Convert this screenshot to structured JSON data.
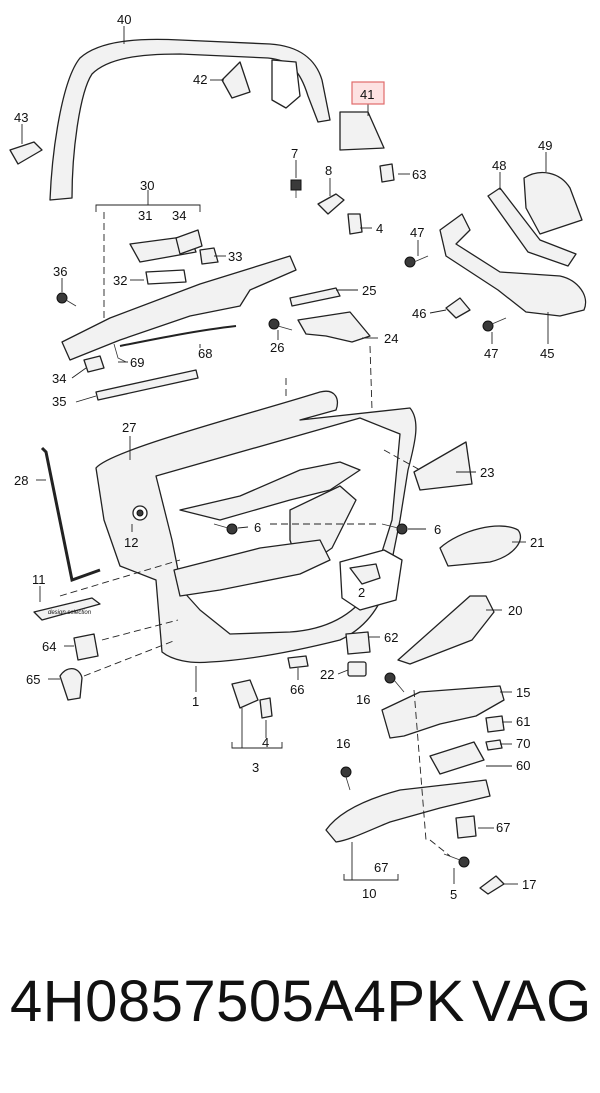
{
  "diagram": {
    "callouts": [
      {
        "id": "40",
        "text": "40"
      },
      {
        "id": "42",
        "text": "42"
      },
      {
        "id": "41",
        "text": "41",
        "highlighted": true
      },
      {
        "id": "43",
        "text": "43"
      },
      {
        "id": "7",
        "text": "7"
      },
      {
        "id": "8",
        "text": "8"
      },
      {
        "id": "63",
        "text": "63"
      },
      {
        "id": "49",
        "text": "49"
      },
      {
        "id": "48",
        "text": "48"
      },
      {
        "id": "30",
        "text": "30"
      },
      {
        "id": "31",
        "text": "31"
      },
      {
        "id": "34a",
        "text": "34"
      },
      {
        "id": "4a",
        "text": "4"
      },
      {
        "id": "47a",
        "text": "47"
      },
      {
        "id": "33",
        "text": "33"
      },
      {
        "id": "36",
        "text": "36"
      },
      {
        "id": "32",
        "text": "32"
      },
      {
        "id": "25",
        "text": "25"
      },
      {
        "id": "46",
        "text": "46"
      },
      {
        "id": "47b",
        "text": "47"
      },
      {
        "id": "26",
        "text": "26"
      },
      {
        "id": "24",
        "text": "24"
      },
      {
        "id": "45",
        "text": "45"
      },
      {
        "id": "69",
        "text": "69"
      },
      {
        "id": "68",
        "text": "68"
      },
      {
        "id": "34b",
        "text": "34"
      },
      {
        "id": "35",
        "text": "35"
      },
      {
        "id": "27",
        "text": "27"
      },
      {
        "id": "23",
        "text": "23"
      },
      {
        "id": "28",
        "text": "28"
      },
      {
        "id": "6a",
        "text": "6"
      },
      {
        "id": "6b",
        "text": "6"
      },
      {
        "id": "12",
        "text": "12"
      },
      {
        "id": "21",
        "text": "21"
      },
      {
        "id": "2",
        "text": "2"
      },
      {
        "id": "11",
        "text": "11"
      },
      {
        "id": "20",
        "text": "20"
      },
      {
        "id": "64",
        "text": "64"
      },
      {
        "id": "62",
        "text": "62"
      },
      {
        "id": "65",
        "text": "65"
      },
      {
        "id": "22",
        "text": "22"
      },
      {
        "id": "66",
        "text": "66"
      },
      {
        "id": "16a",
        "text": "16"
      },
      {
        "id": "15",
        "text": "15"
      },
      {
        "id": "1",
        "text": "1"
      },
      {
        "id": "61",
        "text": "61"
      },
      {
        "id": "4b",
        "text": "4"
      },
      {
        "id": "70",
        "text": "70"
      },
      {
        "id": "3",
        "text": "3"
      },
      {
        "id": "16b",
        "text": "16"
      },
      {
        "id": "60",
        "text": "60"
      },
      {
        "id": "67a",
        "text": "67"
      },
      {
        "id": "67b",
        "text": "67"
      },
      {
        "id": "10",
        "text": "10"
      },
      {
        "id": "5",
        "text": "5"
      },
      {
        "id": "17",
        "text": "17"
      }
    ],
    "badge_text": "design selection",
    "highlight_color": "#fde2e2",
    "highlight_border": "#e06b6b"
  },
  "footer": {
    "part_number": "4H0857505A4PK",
    "brand": "VAG"
  }
}
